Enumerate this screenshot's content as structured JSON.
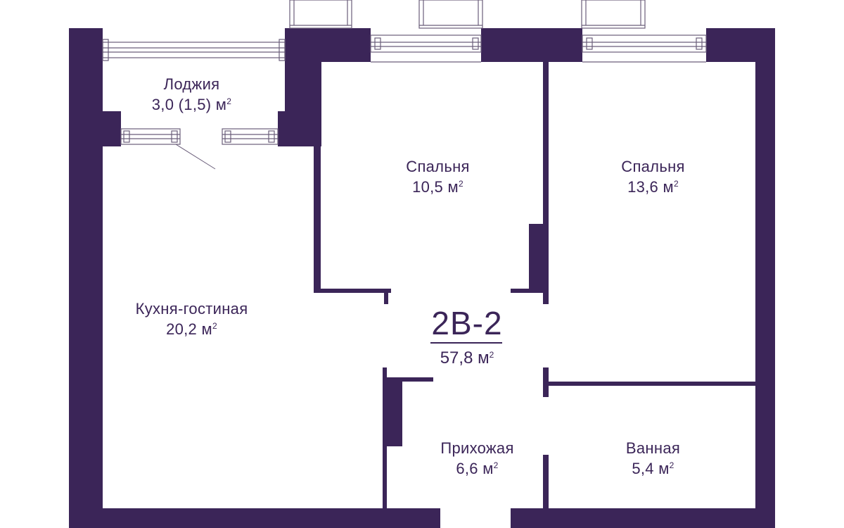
{
  "plan": {
    "code": "2В-2",
    "total_area": "57,8 м",
    "area_unit_sup": "2",
    "colors": {
      "wall": "#3b2558",
      "text": "#3b2558",
      "window_frame": "#6a5e7a",
      "background": "#ffffff"
    }
  },
  "rooms": {
    "loggia": {
      "name": "Лоджия",
      "area": "3,0 (1,5) м",
      "sup": "2"
    },
    "bedroom_1": {
      "name": "Спальня",
      "area": "10,5 м",
      "sup": "2"
    },
    "bedroom_2": {
      "name": "Спальня",
      "area": "13,6 м",
      "sup": "2"
    },
    "kitchen_living": {
      "name": "Кухня-гостиная",
      "area": "20,2 м",
      "sup": "2"
    },
    "hallway": {
      "name": "Прихожая",
      "area": "6,6 м",
      "sup": "2"
    },
    "bathroom": {
      "name": "Ванная",
      "area": "5,4 м",
      "sup": "2"
    }
  }
}
